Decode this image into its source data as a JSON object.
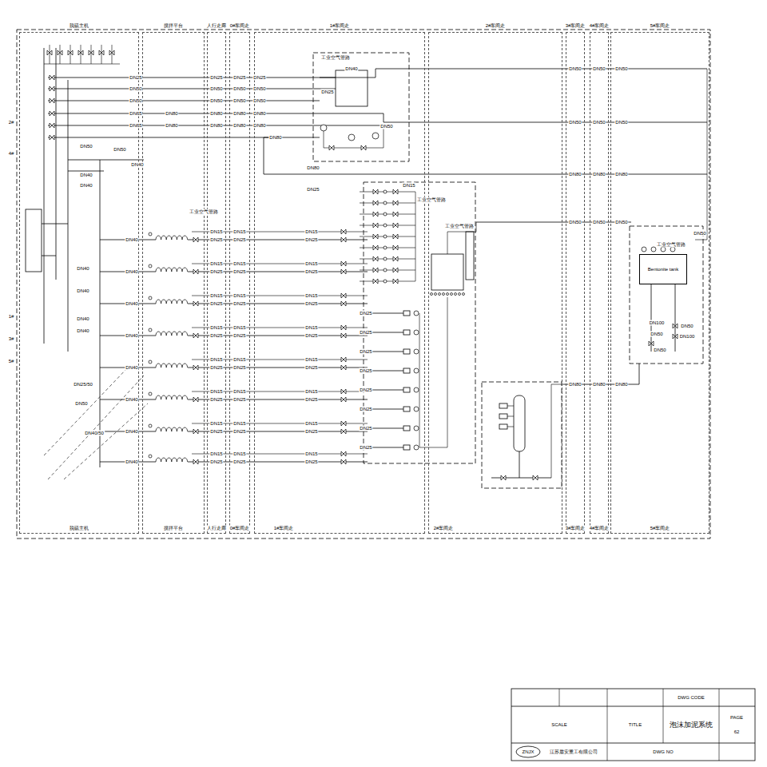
{
  "diagram": {
    "title": "泡沫加泥系统",
    "nodes": [
      {
        "text": [
          "脱硫主机"
        ]
      },
      {
        "text": [
          "搅拌平台"
        ]
      },
      {
        "text": [
          "人行走廊"
        ]
      },
      {
        "text": [
          "0#车间走"
        ]
      },
      {
        "text": [
          "1#车间走"
        ]
      },
      {
        "text": [
          "2#车间走"
        ]
      },
      {
        "text": [
          "3#车间走"
        ]
      },
      {
        "text": [
          "4#车间走"
        ]
      },
      {
        "text": [
          "5#车间走"
        ]
      },
      {
        "text": [
          "Bentonite tank"
        ],
        "in": 8
      }
    ],
    "labels": [
      "脱硫主机",
      "搅拌平台",
      "人行走廊",
      "0#车间走",
      "1#车间走",
      "2#车间走",
      "3#车间走",
      "4#车间走",
      "5#车间走",
      "DN25",
      "DN50",
      "DN50",
      "DN65",
      "DN65",
      "DN25",
      "DN50",
      "DN50",
      "DN80",
      "DN80",
      "DN25",
      "DN50",
      "DN50",
      "DN80",
      "DN80",
      "DN25",
      "DN50",
      "DN50",
      "DN80",
      "DN80",
      "DN80",
      "DN80",
      "DN80",
      "DN40",
      "DN50",
      "DN50",
      "DN40",
      "DN40",
      "DN40",
      "DN40",
      "DN40",
      "DN40",
      "DN25/50",
      "DN50",
      "DN40/50",
      "DN50",
      "DN50",
      "DN50",
      "DN50",
      "DN50",
      "DN50",
      "DN80",
      "DN80",
      "DN80",
      "DN50",
      "DN50",
      "DN50",
      "DN80",
      "DN80",
      "DN80",
      "DN40",
      "DN15",
      "DN15",
      "DN15",
      "DN25",
      "DN25",
      "DN25",
      "DN40",
      "DN15",
      "DN15",
      "DN15",
      "DN25",
      "DN25",
      "DN25",
      "DN40",
      "DN15",
      "DN15",
      "DN15",
      "DN25",
      "DN25",
      "DN25",
      "DN40",
      "DN15",
      "DN15",
      "DN15",
      "DN25",
      "DN25",
      "DN25",
      "DN40",
      "DN15",
      "DN15",
      "DN15",
      "DN25",
      "DN25",
      "DN25",
      "DN40",
      "DN15",
      "DN15",
      "DN15",
      "DN25",
      "DN25",
      "DN25",
      "DN40",
      "DN15",
      "DN15",
      "DN15",
      "DN25",
      "DN25",
      "DN25",
      "DN40",
      "DN15",
      "DN15",
      "DN15",
      "DN25",
      "DN25",
      "DN25",
      "DN25",
      "DN25",
      "DN25",
      "DN25",
      "DN25",
      "DN25",
      "DN25",
      "DN25",
      "DN15",
      "DN25",
      "DN80",
      "DN50",
      "DN40",
      "DN25",
      "DN100",
      "DN50",
      "DN50",
      "DN100",
      "DN50",
      "DN50",
      "2#",
      "4#",
      "1#",
      "3#",
      "5#",
      "工业空气管路",
      "工业空气管路",
      "工业空气管路",
      "工业空气管路",
      "工业空气管路",
      "DWG CODE",
      "SCALE",
      "TITLE",
      "PAGE",
      "62",
      "ZNJX",
      "江苏盾安重工有限公司",
      "DWG NO"
    ]
  }
}
